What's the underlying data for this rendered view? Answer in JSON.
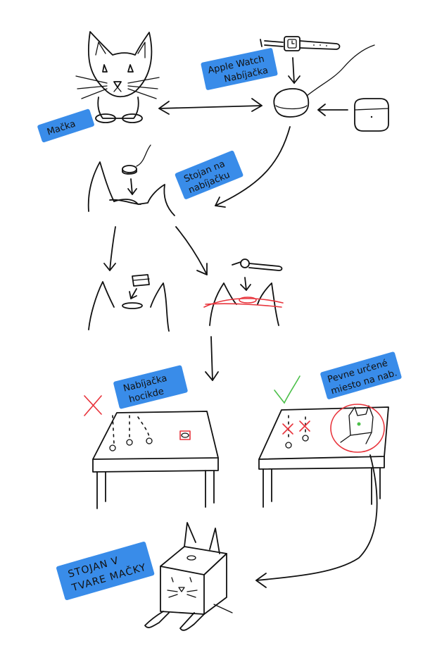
{
  "labels": {
    "macka": "Mačka",
    "apple_watch_1": "Apple Watch",
    "apple_watch_2": "Nabíjačka",
    "stojan_1": "Stojan na",
    "stojan_2": "nabíjačku",
    "nabijacka_1": "Nabíjačka",
    "nabijacka_2": "hocikde",
    "pevne_1": "Pevne určené",
    "pevne_2": "miesto na nab.",
    "final_1": "STOJAN V",
    "final_2": "TVARE MAČKY"
  },
  "colors": {
    "highlight": "#2e86e8",
    "ink": "#111111",
    "wrong": "#e8333b",
    "correct": "#4cc04a"
  },
  "icons": [
    "cat-icon",
    "apple-watch-icon",
    "charger-puck-icon",
    "airpods-case-icon",
    "table-icon",
    "cross-icon",
    "checkmark-icon"
  ]
}
